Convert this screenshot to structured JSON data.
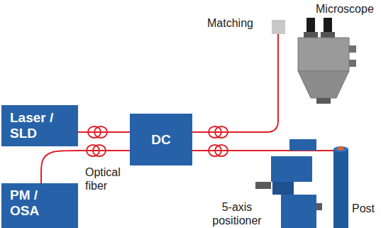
{
  "diagram": {
    "nodes": [
      {
        "text": [
          "Laser / SLD"
        ]
      },
      {
        "text": [
          "DC"
        ]
      },
      {
        "text": [
          "PM / OSA"
        ]
      }
    ],
    "edges": [
      {
        "from": 0,
        "to": 1,
        "arrow": "none"
      },
      {
        "from": 1,
        "to": 2,
        "arrow": "none"
      }
    ],
    "labels": [
      "Matching",
      "Microscope",
      "Optical fiber",
      "5-axis positioner",
      "Post"
    ]
  }
}
